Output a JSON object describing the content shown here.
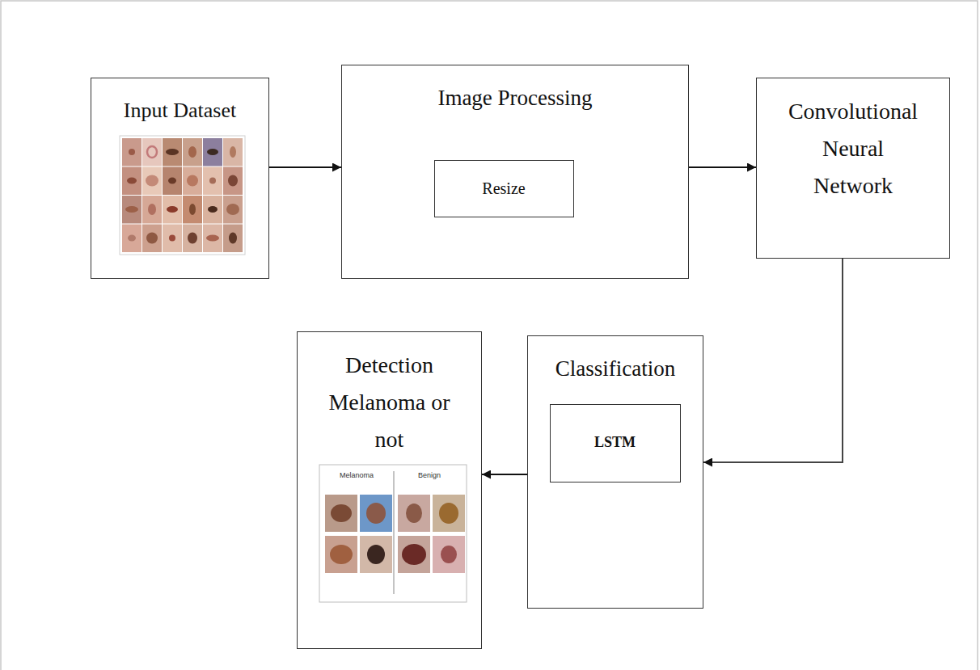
{
  "diagram": {
    "nodes": [
      {
        "text": [
          "Input Dataset"
        ]
      },
      {
        "text": [
          "Image Processing"
        ]
      },
      {
        "text": [
          "Resize"
        ],
        "in": 1
      },
      {
        "text": [
          "Convolutional Neural Network"
        ]
      },
      {
        "text": [
          "Detection Melanoma or not"
        ]
      },
      {
        "text": [
          "Classification"
        ]
      },
      {
        "text": [
          "LSTM"
        ],
        "in": 5
      }
    ],
    "edges": [
      {
        "from": 0,
        "to": 1,
        "arrow": "to"
      },
      {
        "from": 1,
        "to": 3,
        "arrow": "to"
      },
      {
        "from": 3,
        "to": 5,
        "arrow": "to"
      },
      {
        "from": 5,
        "to": 4,
        "arrow": "to"
      }
    ],
    "labels": [
      "Melanoma",
      "Benign"
    ]
  }
}
